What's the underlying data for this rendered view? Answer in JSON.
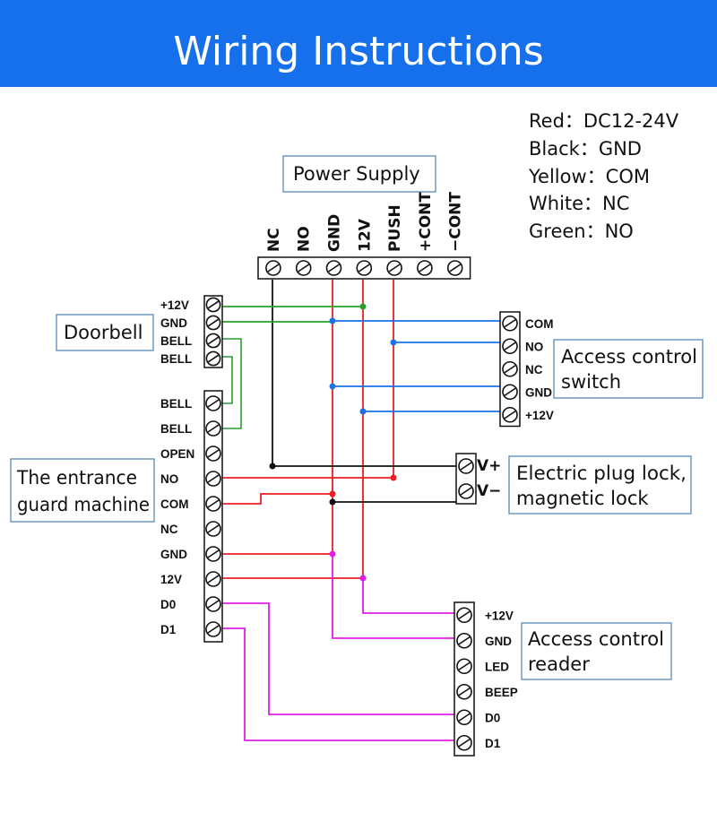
{
  "title": "Wiring Instructions",
  "colors": {
    "banner": "#1670ec",
    "red_wire": "#ee1c24",
    "black_wire": "#111111",
    "green_wire": "#2aa02a",
    "blue_wire": "#1a73e8",
    "magenta_wire": "#e01ee6"
  },
  "legend": [
    {
      "text": "Red：DC12-24V"
    },
    {
      "text": "Black：GND"
    },
    {
      "text": "Yellow：COM"
    },
    {
      "text": "White：NC"
    },
    {
      "text": "Green：NO"
    }
  ],
  "callouts": {
    "power_supply": [
      "Power Supply"
    ],
    "doorbell": [
      "Doorbell"
    ],
    "entrance": [
      "The entrance",
      "guard machine"
    ],
    "switch": [
      "Access control",
      "switch"
    ],
    "lock": [
      "Electric plug lock,",
      "magnetic lock"
    ],
    "reader": [
      "Access control",
      "reader"
    ]
  },
  "power_terminals": [
    "NC",
    "NO",
    "GND",
    "12V",
    "PUSH",
    "+CONT",
    "−CONT"
  ],
  "doorbell_terminals": [
    "+12V",
    "GND",
    "BELL",
    "BELL"
  ],
  "machine_terminals": [
    "BELL",
    "BELL",
    "OPEN",
    "NO",
    "COM",
    "NC",
    "GND",
    "12V",
    "D0",
    "D1"
  ],
  "switch_terminals": [
    "COM",
    "NO",
    "NC",
    "GND",
    "+12V"
  ],
  "lock_terminals": [
    "V+",
    "V−"
  ],
  "reader_terminals": [
    "+12V",
    "GND",
    "LED",
    "BEEP",
    "D0",
    "D1"
  ]
}
